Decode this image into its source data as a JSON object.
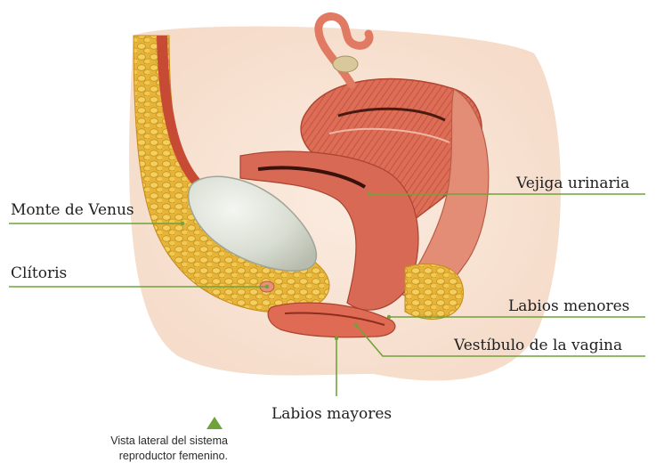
{
  "labels": {
    "monte": "Monte de Venus",
    "clitoris": "Clítoris",
    "vejiga": "Vejiga urinaria",
    "labios_menores": "Labios menores",
    "vestibulo": "Vestíbulo de la vagina",
    "labios_mayores": "Labios mayores"
  },
  "caption": {
    "line1": "Vista lateral del sistema",
    "line2": "reproductor femenino."
  },
  "colors": {
    "leader_line": "#6fa33a",
    "caption_marker": "#6fa33a",
    "fat_tissue": "#e9b93a",
    "muscle": "#d6614b",
    "mucosa": "#e8a08a",
    "bladder": "#d9dfd6",
    "skin": "#f6d9c4"
  }
}
